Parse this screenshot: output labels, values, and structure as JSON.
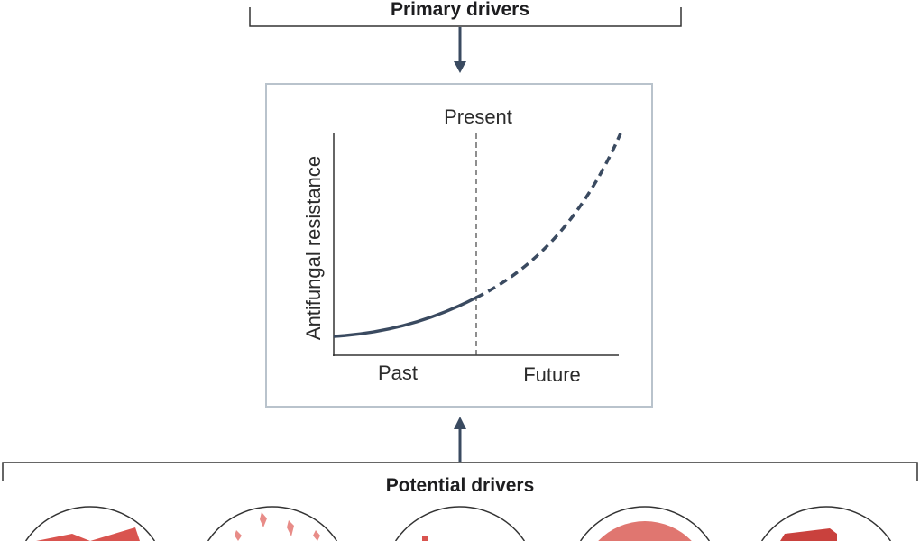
{
  "primary_drivers": {
    "label": "Primary drivers"
  },
  "potential_drivers": {
    "label": "Potential drivers"
  },
  "chart": {
    "ylabel": "Antifungal resistance",
    "present_label": "Present",
    "past_label": "Past",
    "future_label": "Future"
  },
  "colors": {
    "line": "#3a4a60",
    "accent": "#d9544f",
    "box_border": "#b9c3cc"
  }
}
